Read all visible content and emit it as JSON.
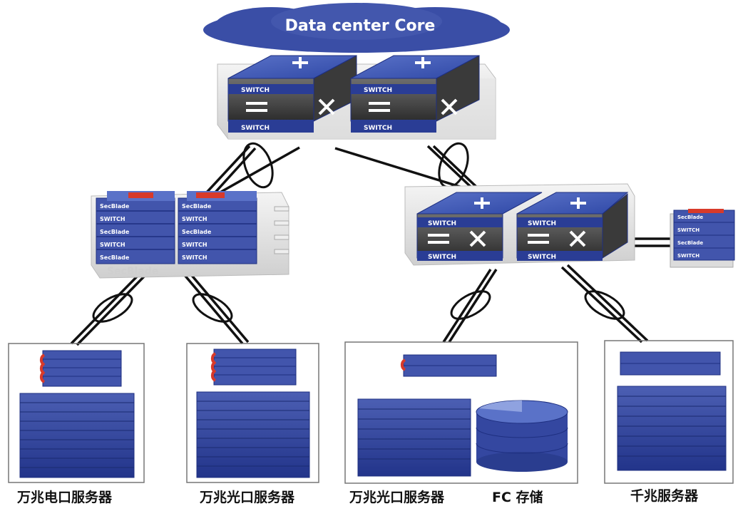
{
  "core": {
    "title": "Data center Core"
  },
  "switch_label": "SWITCH",
  "secblade_label": "SecBlade",
  "chassis_watermark": "SecBlade",
  "groups": [
    {
      "label": "万兆电口服务器"
    },
    {
      "label": "万兆光口服务器"
    },
    {
      "label": "万兆光口服务器"
    },
    {
      "label": "FC 存储"
    },
    {
      "label": "千兆服务器"
    }
  ]
}
